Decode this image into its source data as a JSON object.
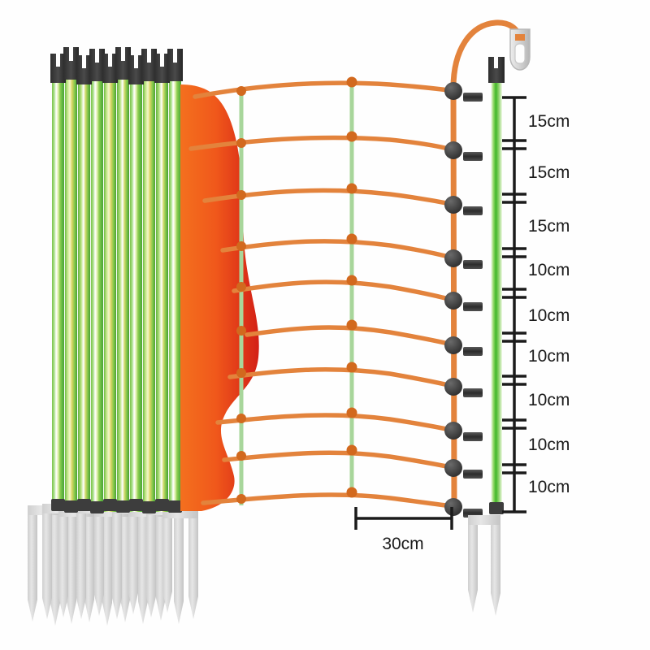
{
  "scene": {
    "title": "Electric netting fence product diagram",
    "background_color": "#fefefe"
  },
  "colors": {
    "post_green_dark": "#5fb641",
    "post_green_light": "#a9e08a",
    "post_highlight": "#ffffff",
    "post_yellow": "#d6c84e",
    "post_tip_black": "#3a3a3a",
    "net_orange": "#e3833c",
    "net_orange_node": "#d2691e",
    "net_bundle_orange": "#f4661b",
    "net_bundle_red": "#d6291c",
    "strand_green": "#a8d69b",
    "node_dark": "#474747",
    "clip_dark": "#3f3f3f",
    "spike_gray": "#d9d9d9",
    "spike_gray_edge": "#bdbdbd",
    "dimension_black": "#1b1b1b"
  },
  "vertical_scale": {
    "name": "spacing-scale",
    "unit": "cm",
    "segments": [
      {
        "label": "15cm",
        "value": 15
      },
      {
        "label": "15cm",
        "value": 15
      },
      {
        "label": "15cm",
        "value": 15
      },
      {
        "label": "10cm",
        "value": 10
      },
      {
        "label": "10cm",
        "value": 10
      },
      {
        "label": "10cm",
        "value": 10
      },
      {
        "label": "10cm",
        "value": 10
      },
      {
        "label": "10cm",
        "value": 10
      },
      {
        "label": "10cm",
        "value": 10
      }
    ]
  },
  "horizontal_scale": {
    "name": "post-spacing",
    "label": "30cm",
    "value": 30,
    "unit": "cm"
  },
  "net": {
    "horizontal_wire_count": 10,
    "vertical_strand_count": 2,
    "node_count_per_post": 10,
    "clip_count": 10
  },
  "posts": {
    "bundle_count": 9,
    "standing_post_count": 1,
    "spike_prongs": 2,
    "tip_style": "notched-black-cap"
  }
}
